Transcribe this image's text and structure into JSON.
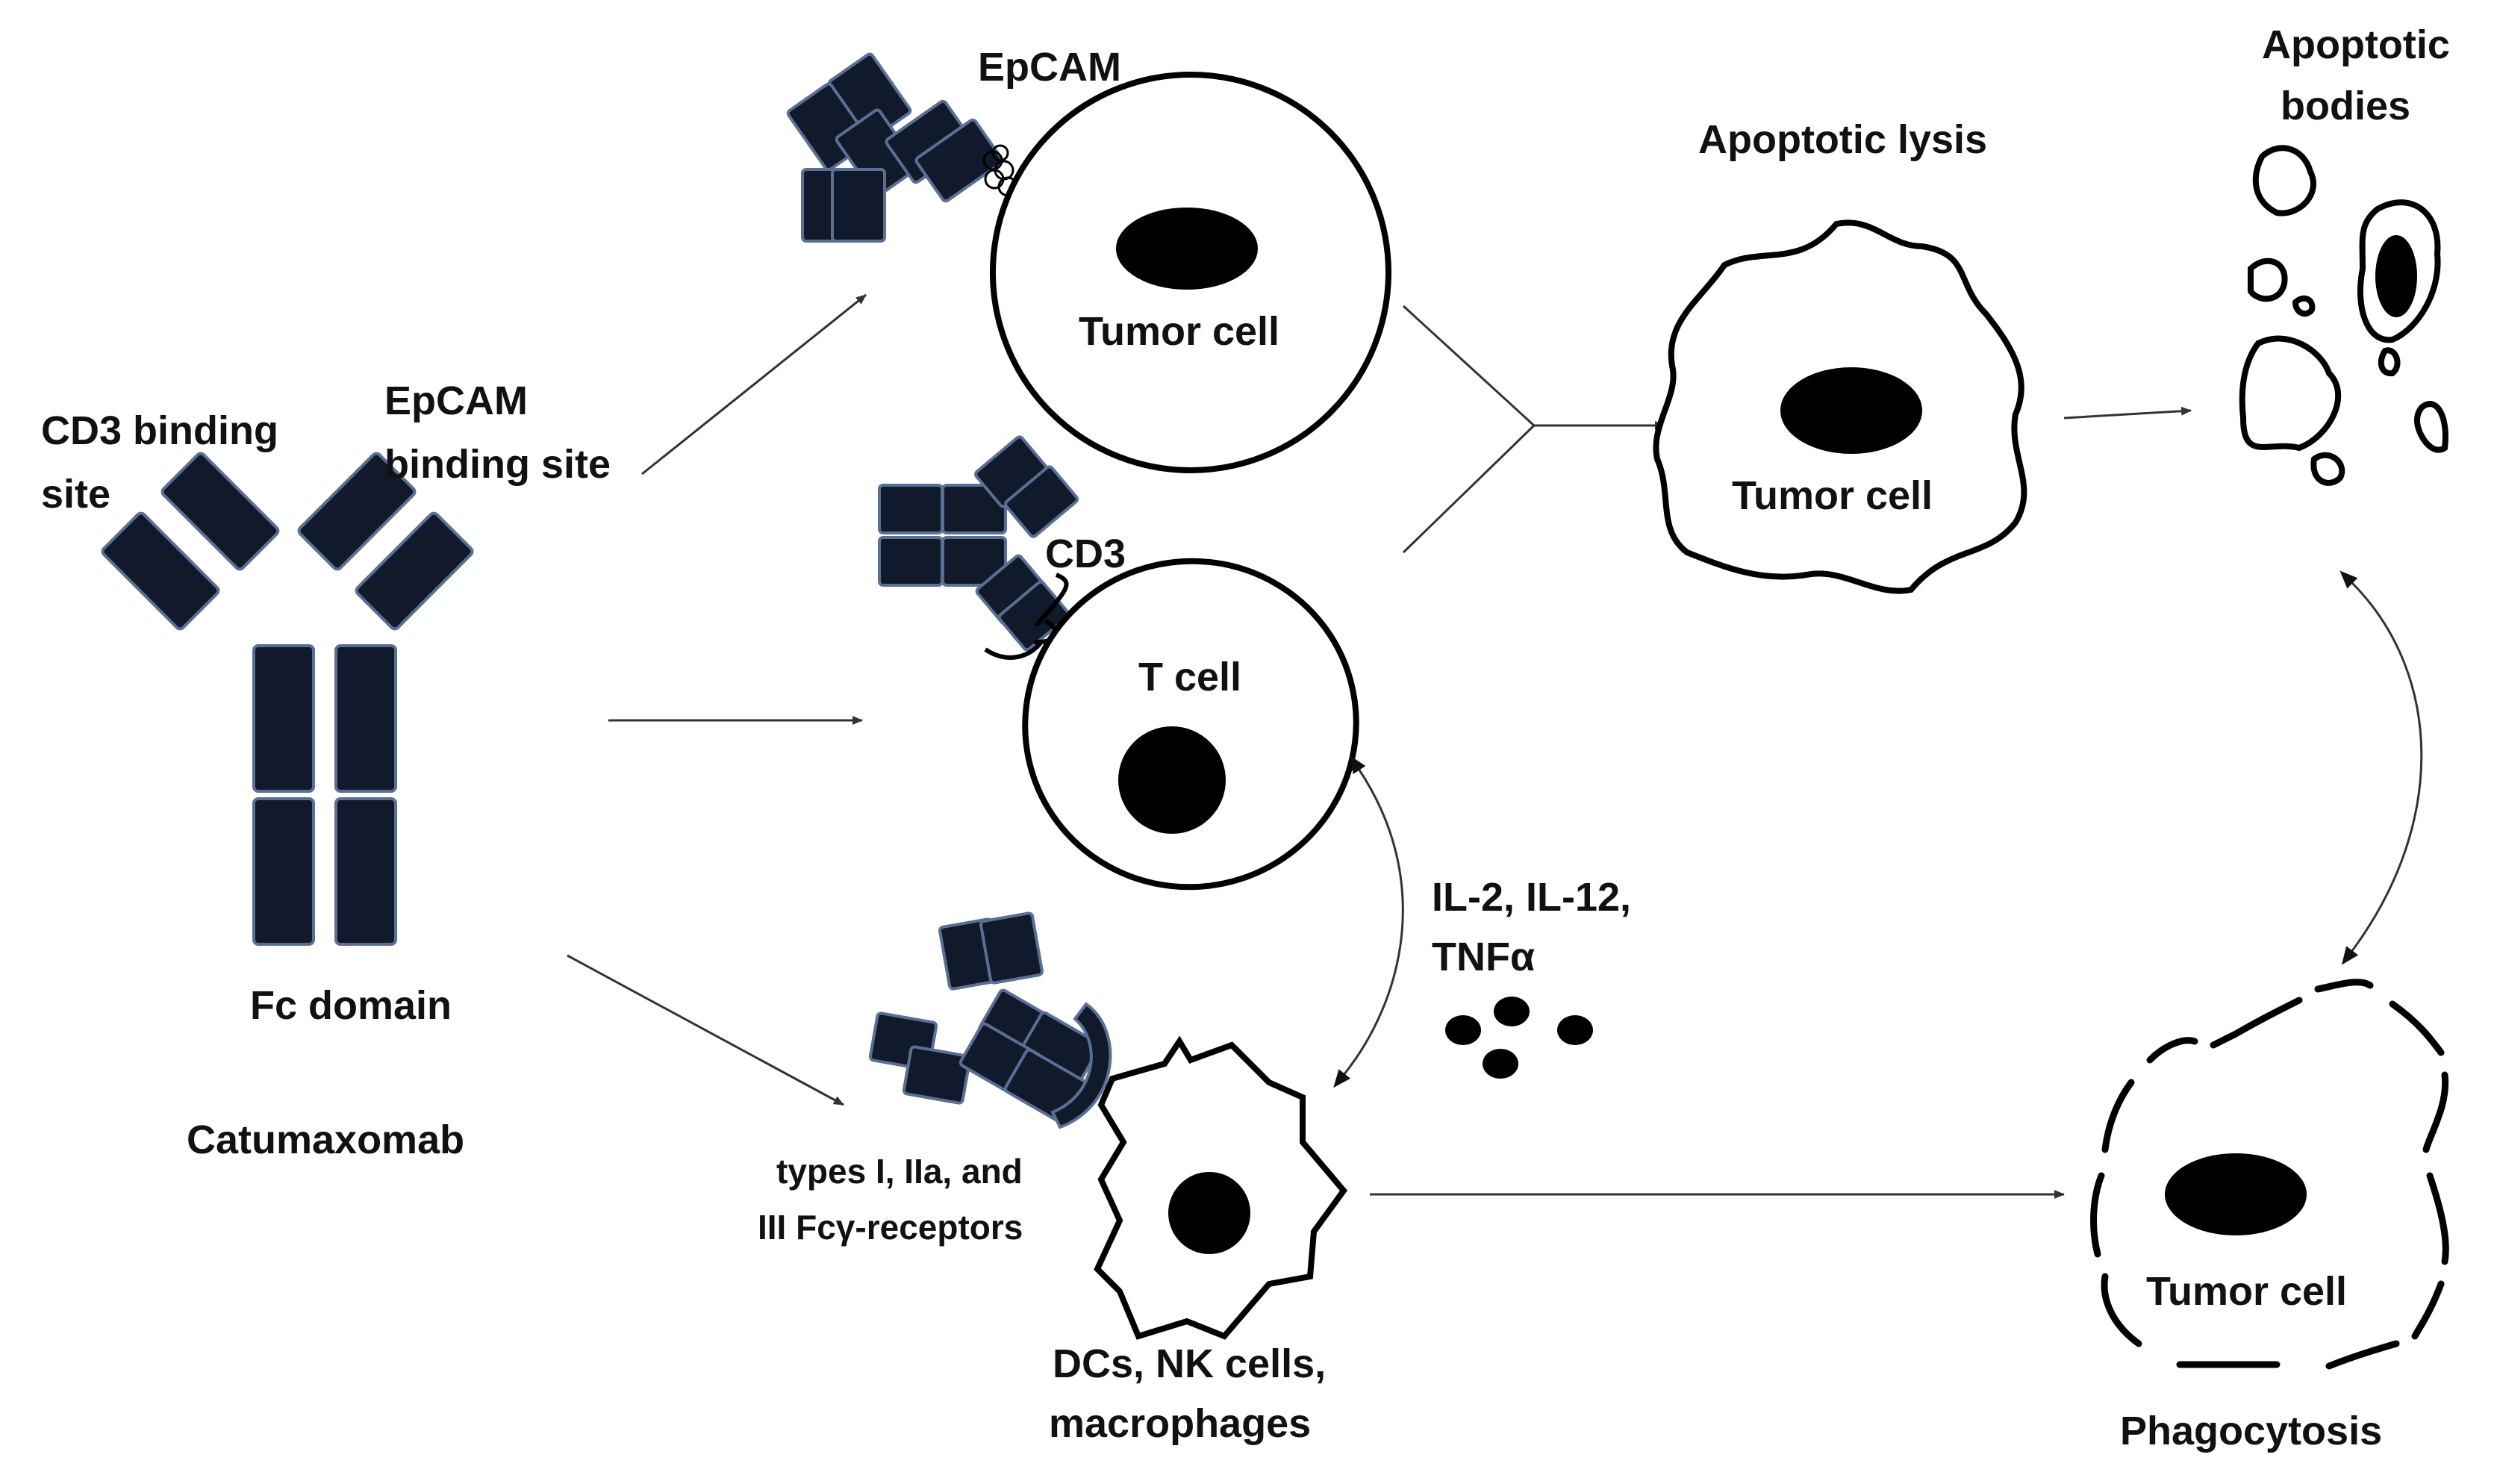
{
  "labels": {
    "cd3_binding_site": [
      "CD3 binding",
      "site"
    ],
    "epcam_binding_site": [
      "EpCAM",
      "binding site"
    ],
    "fc_domain": "Fc domain",
    "catumaxomab": "Catumaxomab",
    "epcam": "EpCAM",
    "tumor_cell_top": "Tumor cell",
    "cd3": "CD3",
    "t_cell": "T cell",
    "cytokines": [
      "IL-2, IL-12,",
      "TNFα"
    ],
    "fc_receptors": [
      "types I, IIa, and",
      "III Fcγ-receptors"
    ],
    "accessory_cells": [
      "DCs, NK cells,",
      "macrophages"
    ],
    "apoptotic_lysis": "Apoptotic lysis",
    "tumor_cell_lysis": "Tumor cell",
    "apoptotic_bodies": [
      "Apoptotic",
      "bodies"
    ],
    "tumor_cell_phago": "Tumor cell",
    "phagocytosis": "Phagocytosis"
  },
  "colors": {
    "antibody_fill": "#111a2b",
    "antibody_outline": "#5b6f95",
    "line": "#000000"
  }
}
